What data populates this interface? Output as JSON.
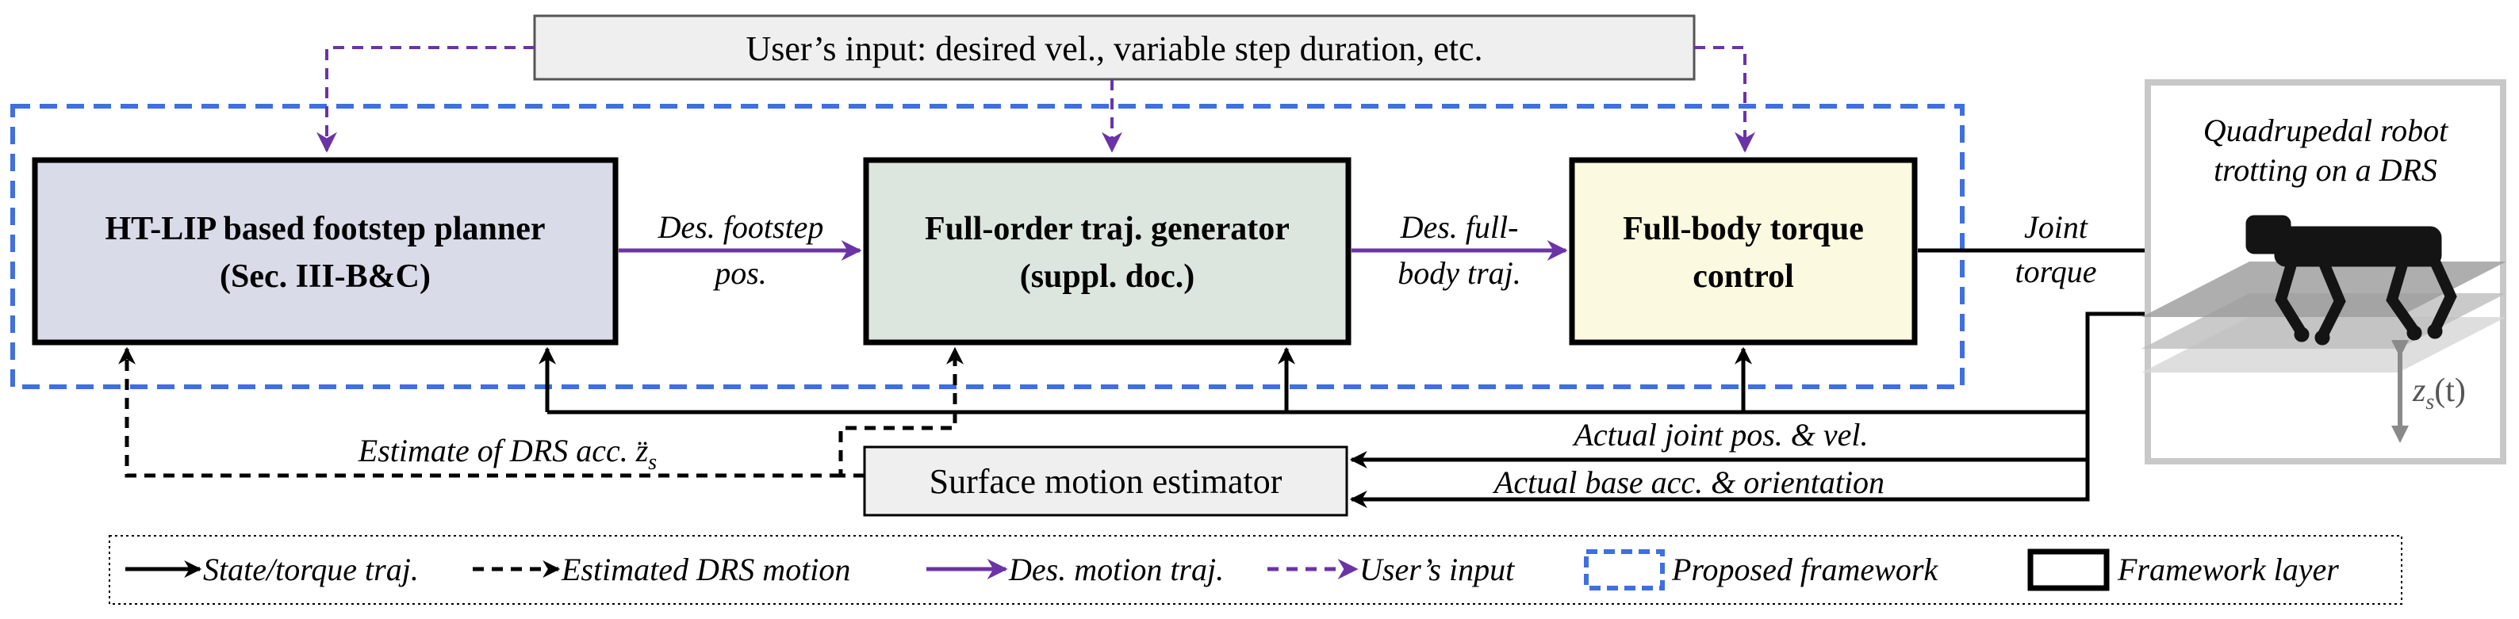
{
  "user_input_box": "User’s input: desired vel., variable step duration, etc.",
  "blocks": {
    "planner": {
      "line1": "HT-LIP based footstep planner",
      "line2": "(Sec. III-B&C)"
    },
    "generator": {
      "line1": "Full-order traj. generator",
      "line2": "(suppl. doc.)"
    },
    "torque": {
      "line1": "Full-body torque",
      "line2": "control"
    }
  },
  "edge_labels": {
    "des_footstep": {
      "line1": "Des. footstep",
      "line2": "pos."
    },
    "des_fullbody": {
      "line1": "Des. full-",
      "line2": "body traj."
    },
    "joint_torque": {
      "line1": "Joint",
      "line2": "torque"
    },
    "estimate_drs": "Estimate of DRS acc. z̈",
    "estimate_drs_sub": "s",
    "actual_joint": "Actual joint pos. & vel.",
    "actual_base": "Actual base acc. & orientation"
  },
  "estimator_box": "Surface motion estimator",
  "robot_panel": {
    "title1": "Quadrupedal robot",
    "title2": "trotting on a DRS",
    "z_label": "z",
    "z_sub": "s",
    "z_arg": "(t)"
  },
  "legend": [
    {
      "label": "State/torque traj.",
      "style": "solid-black"
    },
    {
      "label": "Estimated DRS motion",
      "style": "dashed-black"
    },
    {
      "label": "Des. motion traj.",
      "style": "solid-purple"
    },
    {
      "label": "User’s input",
      "style": "dashed-purple"
    },
    {
      "label": "Proposed framework",
      "style": "dashed-blue-box"
    },
    {
      "label": "Framework layer",
      "style": "solid-black-box"
    }
  ],
  "colors": {
    "purple": "#6a34a6",
    "blue_dashed": "#3f6fe0",
    "planner_fill": "#d9dbe8",
    "generator_fill": "#dde5df",
    "torque_fill": "#fbfae0",
    "gray_box": "#efefef",
    "robot_frame": "#c8c8c8"
  }
}
